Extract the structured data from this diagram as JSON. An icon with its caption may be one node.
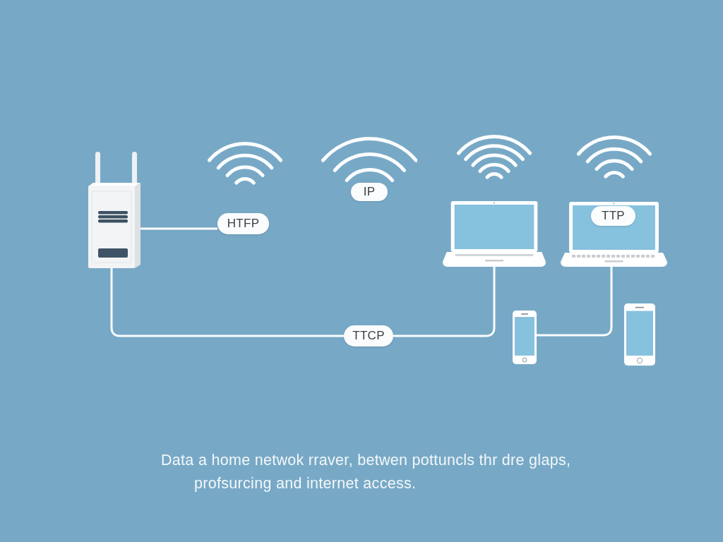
{
  "diagram": {
    "nodes": [
      {
        "text": [],
        "shape": "picture"
      },
      {
        "text": [
          "HTFP"
        ]
      },
      {
        "text": [
          "IP"
        ]
      },
      {
        "text": [],
        "shape": "picture"
      },
      {
        "text": [],
        "shape": "picture"
      },
      {
        "text": [
          "TTP"
        ],
        "in": 4
      },
      {
        "text": [
          "TTCP"
        ]
      },
      {
        "text": [],
        "shape": "picture"
      },
      {
        "text": [],
        "shape": "picture"
      }
    ],
    "edges": [
      {
        "from": 0,
        "to": 1,
        "arrow": "none"
      },
      {
        "from": 0,
        "to": 6,
        "arrow": "none"
      },
      {
        "from": 6,
        "to": 3,
        "arrow": "none"
      },
      {
        "from": 4,
        "to": 7,
        "arrow": "none"
      }
    ],
    "caption": "Data a home netwok rraver, betwen pottuncls thr dre glaps, profsurcing and internet access."
  }
}
